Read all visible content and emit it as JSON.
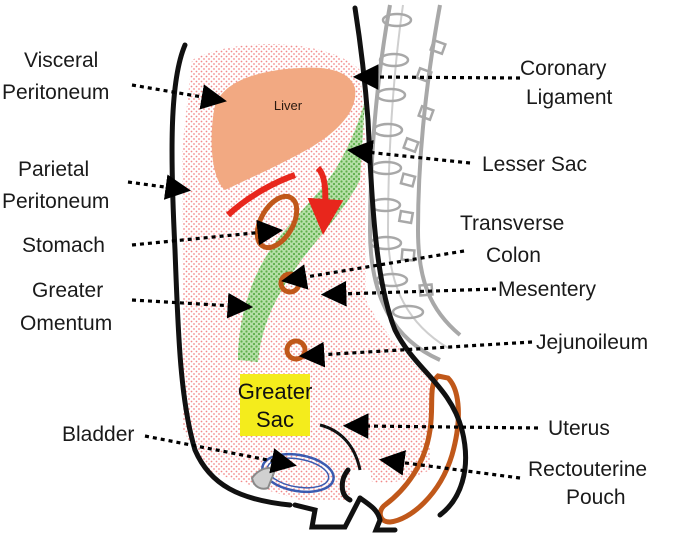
{
  "diagram": {
    "organ_labels": {
      "liver": "Liver",
      "greater_sac_line1": "Greater",
      "greater_sac_line2": "Sac"
    },
    "callouts": {
      "visceral_peritoneum": [
        "Visceral",
        "Peritoneum"
      ],
      "parietal_peritoneum": [
        "Parietal",
        "Peritoneum"
      ],
      "stomach": [
        "Stomach"
      ],
      "greater_omentum": [
        "Greater",
        "Omentum"
      ],
      "bladder": [
        "Bladder"
      ],
      "coronary_ligament": [
        "Coronary",
        "Ligament"
      ],
      "lesser_sac": [
        "Lesser Sac"
      ],
      "transverse_colon": [
        "Transverse",
        "Colon"
      ],
      "mesentery": [
        "Mesentery"
      ],
      "jejunoileum": [
        "Jejunoileum"
      ],
      "uterus": [
        "Uterus"
      ],
      "rectouterine_pouch": [
        "Rectouterine",
        "Pouch"
      ]
    },
    "colors": {
      "outline": "#111111",
      "peritoneal_dots": "#f28a8a",
      "liver": "#f2a982",
      "omentum_green": "#7cc66a",
      "viscus_orange": "#c0581a",
      "flow_arrow_red": "#e8261c",
      "bladder_blue": "#3b5bb0",
      "spine_gray": "#a8a8a8",
      "greater_sac_box": "#f4ec1c"
    }
  }
}
